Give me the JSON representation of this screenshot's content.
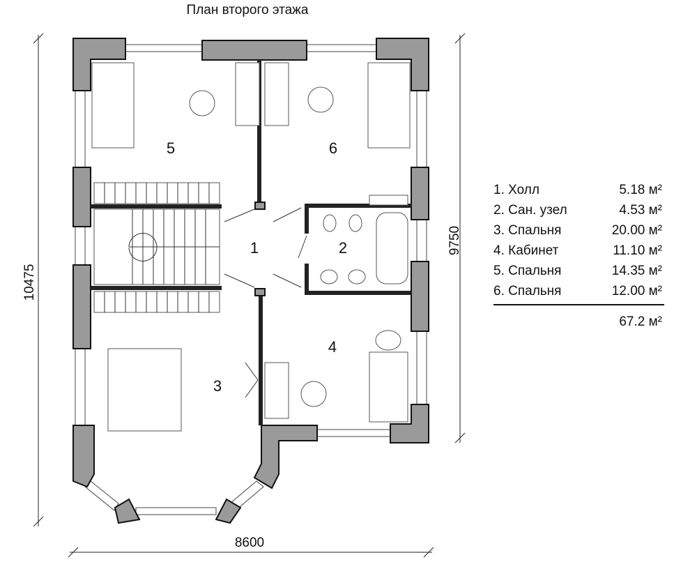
{
  "title": "План второго этажа",
  "rooms": [
    {
      "number": "1"
    },
    {
      "number": "2"
    },
    {
      "number": "3"
    },
    {
      "number": "4"
    },
    {
      "number": "5"
    },
    {
      "number": "6"
    }
  ],
  "legend": {
    "items": [
      {
        "name": "1. Холл",
        "area": "5.18 м²"
      },
      {
        "name": "2. Сан. узел",
        "area": "4.53 м²"
      },
      {
        "name": "3. Спальня",
        "area": "20.00 м²"
      },
      {
        "name": "4. Кабинет",
        "area": "11.10 м²"
      },
      {
        "name": "5. Спальня",
        "area": "14.35 м²"
      },
      {
        "name": "6. Спальня",
        "area": "12.00 м²"
      }
    ],
    "total": "67.2 м²"
  },
  "dimensions": {
    "left": "10475",
    "right": "9750",
    "bottom": "8600"
  }
}
